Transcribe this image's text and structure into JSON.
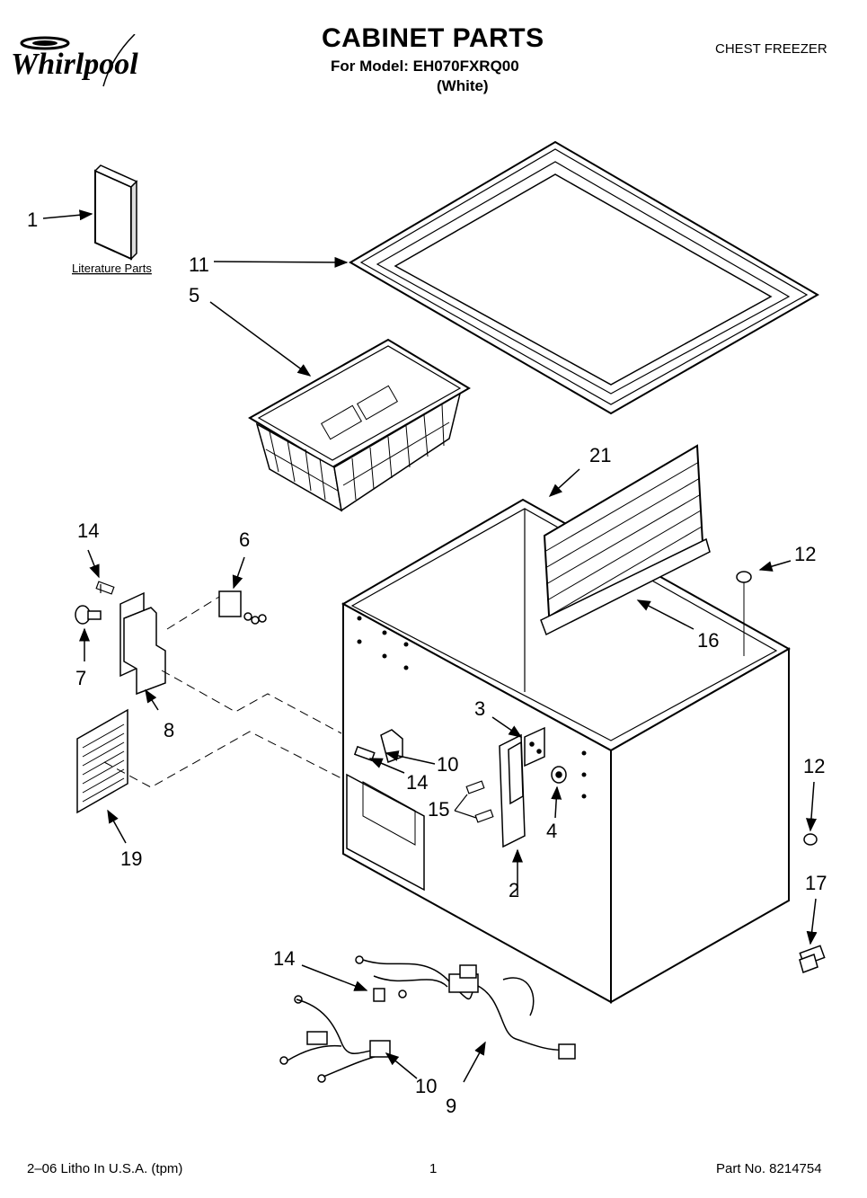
{
  "header": {
    "brand": "Whirlpool",
    "title": "CABINET PARTS",
    "model_line": "For Model: EH070FXRQ00",
    "variant": "(White)",
    "category": "CHEST FREEZER"
  },
  "literature_link": "Literature Parts",
  "callouts": {
    "c1": "1",
    "c2": "2",
    "c3": "3",
    "c4": "4",
    "c5": "5",
    "c6": "6",
    "c7": "7",
    "c8": "8",
    "c9": "9",
    "c10a": "10",
    "c10b": "10",
    "c11": "11",
    "c12a": "12",
    "c12b": "12",
    "c14a": "14",
    "c14b": "14",
    "c14c": "14",
    "c15": "15",
    "c16": "16",
    "c17": "17",
    "c19": "19",
    "c21": "21"
  },
  "footer": {
    "litho": "2–06 Litho In U.S.A. (tpm)",
    "page": "1",
    "part_no": "Part No. 8214754"
  }
}
